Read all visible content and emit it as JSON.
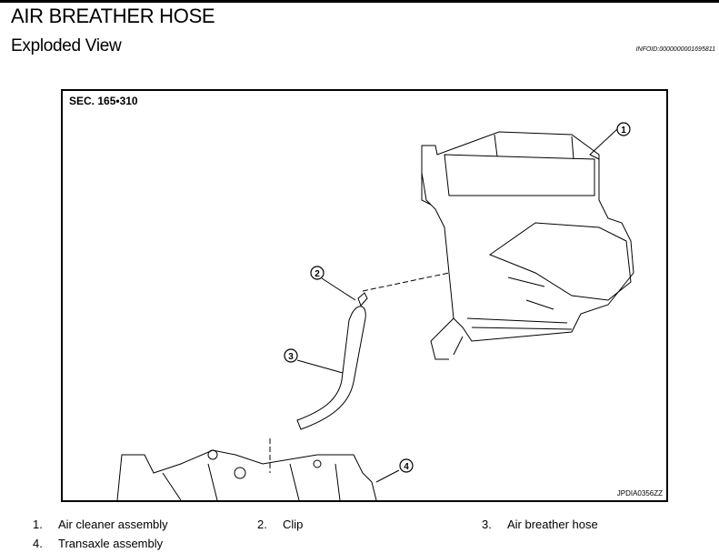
{
  "header": {
    "title": "AIR BREATHER HOSE",
    "subtitle": "Exploded View",
    "infoid": "INFOID:0000000001695811"
  },
  "figure": {
    "section": "SEC. 165•310",
    "figure_id": "JPDIA0356ZZ",
    "callouts": [
      "1",
      "2",
      "3",
      "4"
    ]
  },
  "legend": [
    {
      "num": "1.",
      "label": "Air cleaner assembly"
    },
    {
      "num": "2.",
      "label": "Clip"
    },
    {
      "num": "3.",
      "label": "Air breather hose"
    },
    {
      "num": "4.",
      "label": "Transaxle assembly"
    }
  ]
}
